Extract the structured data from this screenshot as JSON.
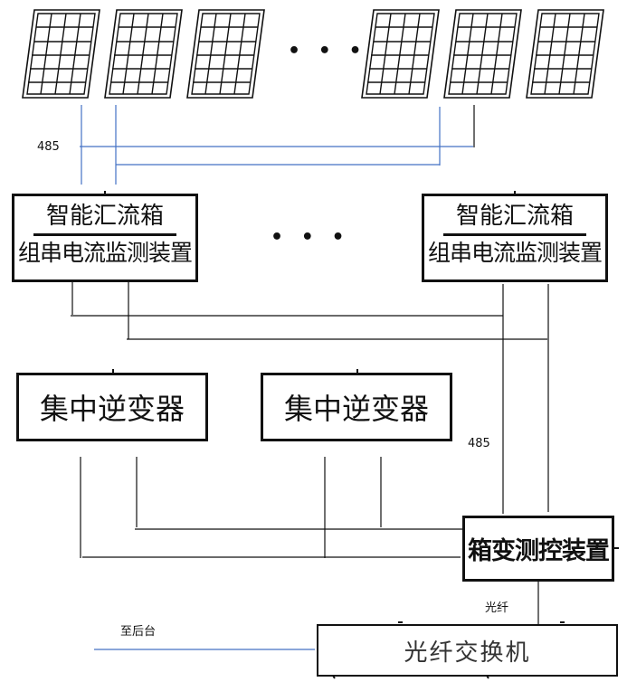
{
  "diagram": {
    "panels": {
      "count_visible": 6,
      "ellipsis": "• • •"
    },
    "labels": {
      "rs485_top": "485",
      "rs485_mid": "485",
      "fiber": "光纤",
      "to_backend": "至后台"
    },
    "combiners": [
      {
        "title": "智能汇流箱",
        "subtitle": "组串电流监测装置"
      },
      {
        "title": "智能汇流箱",
        "subtitle": "组串电流监测装置"
      }
    ],
    "combiner_ellipsis": "• • •",
    "inverters": [
      {
        "label": "集中逆变器"
      },
      {
        "label": "集中逆变器"
      }
    ],
    "box_transformer_monitor": {
      "label": "箱变测控装置"
    },
    "fiber_switch": {
      "label": "光纤交换机"
    },
    "colors": {
      "rs485_line": "#4472c4",
      "power_line": "#111111",
      "backend_line": "#4472c4"
    }
  }
}
